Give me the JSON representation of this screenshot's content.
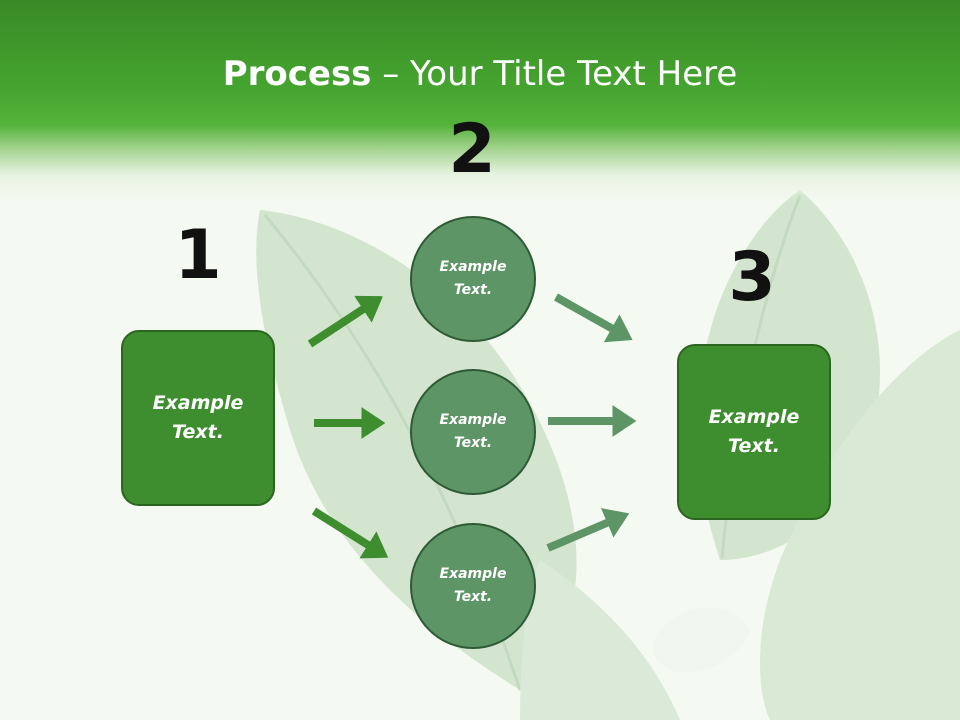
{
  "title": {
    "bold": "Process",
    "rest": " – Your Title Text Here"
  },
  "steps": {
    "one": "1",
    "two": "2",
    "three": "3"
  },
  "left_box": {
    "text": "Example\nText."
  },
  "circles": [
    {
      "text": "Example\nText."
    },
    {
      "text": "Example\nText."
    },
    {
      "text": "Example\nText."
    }
  ],
  "right_box": {
    "text": "Example\nText."
  },
  "colors": {
    "header_green": "#45a52f",
    "box_green": "#3e8e2f",
    "circle_green": "#5e9566",
    "arrow_bright": "#3e8e2f",
    "arrow_muted": "#5e9566"
  }
}
